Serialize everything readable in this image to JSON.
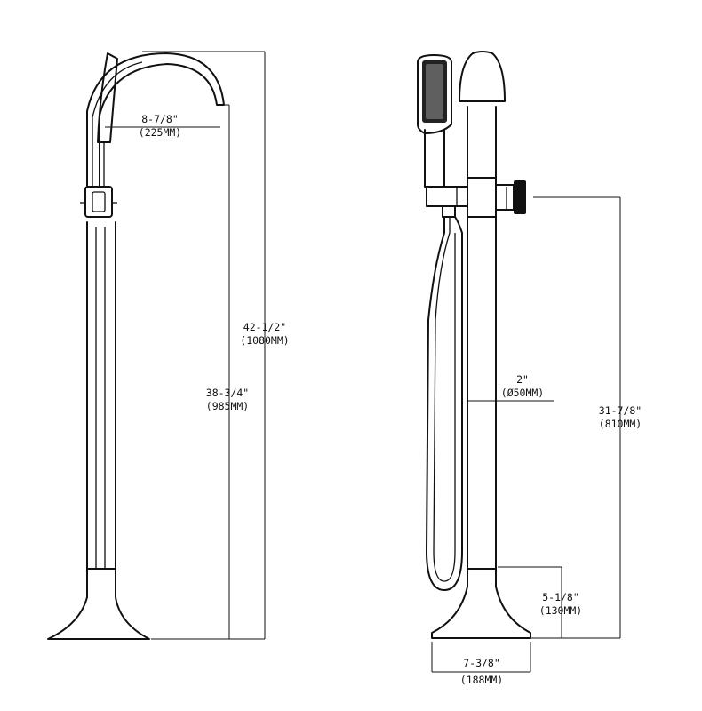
{
  "dimensions": {
    "spout_reach": {
      "imperial": "8-7/8\"",
      "metric": "(225MM)"
    },
    "overall_height": {
      "imperial": "42-1/2\"",
      "metric": "(1080MM)"
    },
    "spout_height": {
      "imperial": "38-3/4\"",
      "metric": "(985MM)"
    },
    "pipe_diameter": {
      "imperial": "2\"",
      "metric": "(Ø50MM)"
    },
    "handle_height": {
      "imperial": "31-7/8\"",
      "metric": "(810MM)"
    },
    "base_height": {
      "imperial": "5-1/8\"",
      "metric": "(130MM)"
    },
    "base_width": {
      "imperial": "7-3/8\"",
      "metric": "(188MM)"
    }
  }
}
